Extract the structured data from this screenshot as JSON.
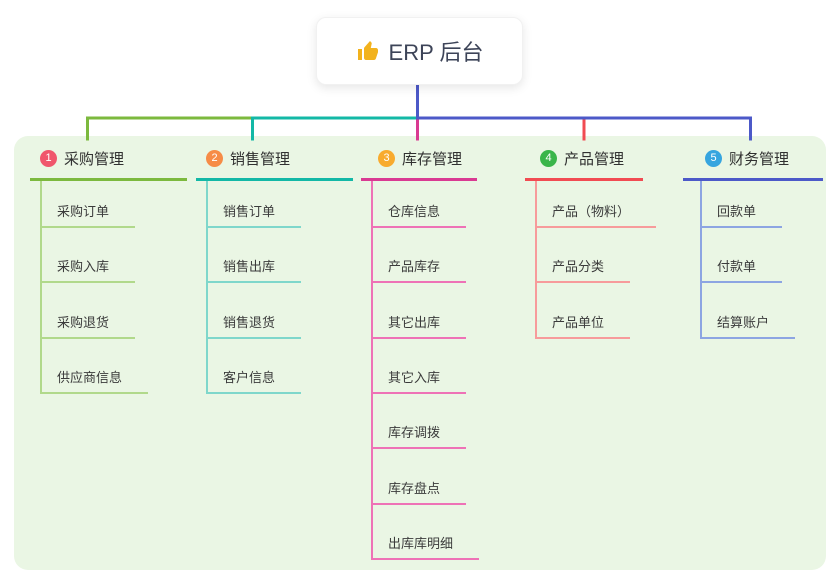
{
  "root": {
    "title": "ERP 后台",
    "icon": "thumbs-up-icon",
    "icon_color": "#f2b21d",
    "text_color": "#3d4458",
    "connector_color": "#4c59c8"
  },
  "colors": {
    "canvas_bg": "#ffffff",
    "panel_bg": "#eaf6e4"
  },
  "branches": [
    {
      "index": "1",
      "label": "采购管理",
      "badge_color": "#f0566c",
      "line_color": "#7cb93e",
      "child_line_color": "#b1d98b",
      "children": [
        "采购订单",
        "采购入库",
        "采购退货",
        "供应商信息"
      ]
    },
    {
      "index": "2",
      "label": "销售管理",
      "badge_color": "#f68c47",
      "line_color": "#13b8a6",
      "child_line_color": "#7fd7cb",
      "children": [
        "销售订单",
        "销售出库",
        "销售退货",
        "客户信息"
      ]
    },
    {
      "index": "3",
      "label": "库存管理",
      "badge_color": "#f8ab2e",
      "line_color": "#d93a92",
      "child_line_color": "#ee72b6",
      "children": [
        "仓库信息",
        "产品库存",
        "其它出库",
        "其它入库",
        "库存调拨",
        "库存盘点",
        "出库库明细"
      ]
    },
    {
      "index": "4",
      "label": "产品管理",
      "badge_color": "#3ab54a",
      "line_color": "#f14b52",
      "child_line_color": "#f79b9b",
      "children": [
        "产品（物料）",
        "产品分类",
        "产品单位"
      ]
    },
    {
      "index": "5",
      "label": "财务管理",
      "badge_color": "#36a5df",
      "line_color": "#4c59c8",
      "child_line_color": "#8da5e2",
      "children": [
        "回款单",
        "付款单",
        "结算账户"
      ]
    }
  ]
}
